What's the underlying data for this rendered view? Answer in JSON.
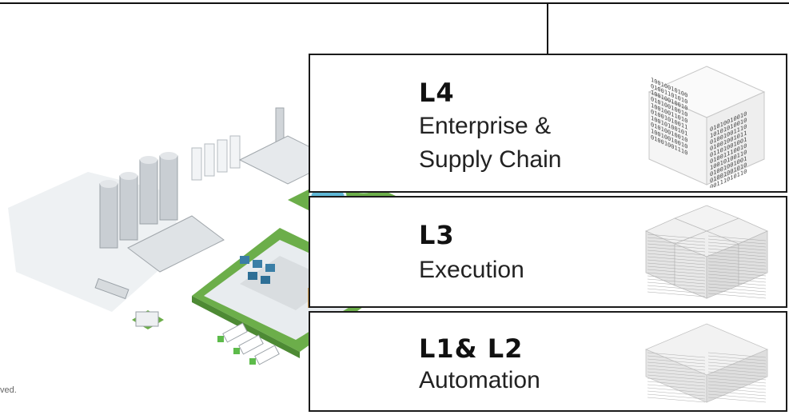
{
  "tiers": [
    {
      "level": "L4",
      "desc_line1": "Enterprise &",
      "desc_line2": "Supply Chain",
      "icon": "binary-cube-icon"
    },
    {
      "level": "L3",
      "desc_line1": "Execution",
      "icon": "data-blocks-icon"
    },
    {
      "level": "L1& L2",
      "desc_line1": "Automation",
      "icon": "data-grid-icon"
    }
  ],
  "footer": {
    "text": "ved."
  },
  "illustration": {
    "icon": "factory-plant-illustration"
  },
  "binary_rows": [
    "1001001010010010",
    "0100110101010010",
    "1001001001001110",
    "0101001001001011",
    "1001001101001001",
    "0100101001110010",
    "1001010010100110",
    "0101001001001001",
    "1001001001001010",
    "0100100111010110"
  ]
}
